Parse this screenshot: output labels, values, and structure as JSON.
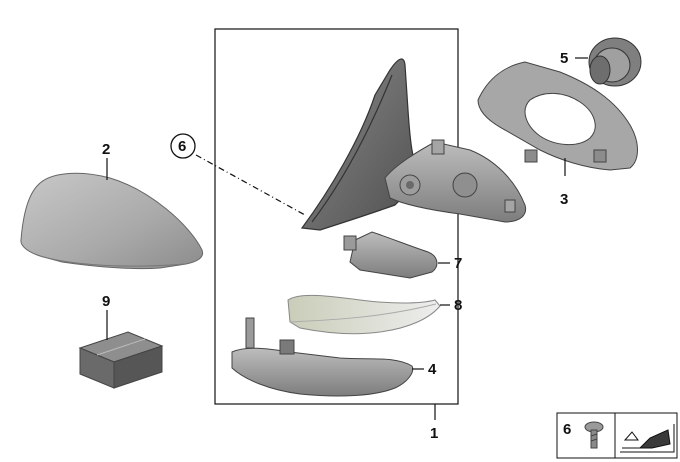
{
  "callouts": {
    "c1": "1",
    "c2": "2",
    "c3": "3",
    "c4": "4",
    "c5": "5",
    "c6": "6",
    "c6_legend": "6",
    "c7": "7",
    "c8": "8",
    "c9": "9"
  },
  "colors": {
    "part_fill": "#9a9a9a",
    "part_dark": "#5f5f5f",
    "cover_fill": "#b4b4b4",
    "lens_fill": "#d9d9c9"
  }
}
